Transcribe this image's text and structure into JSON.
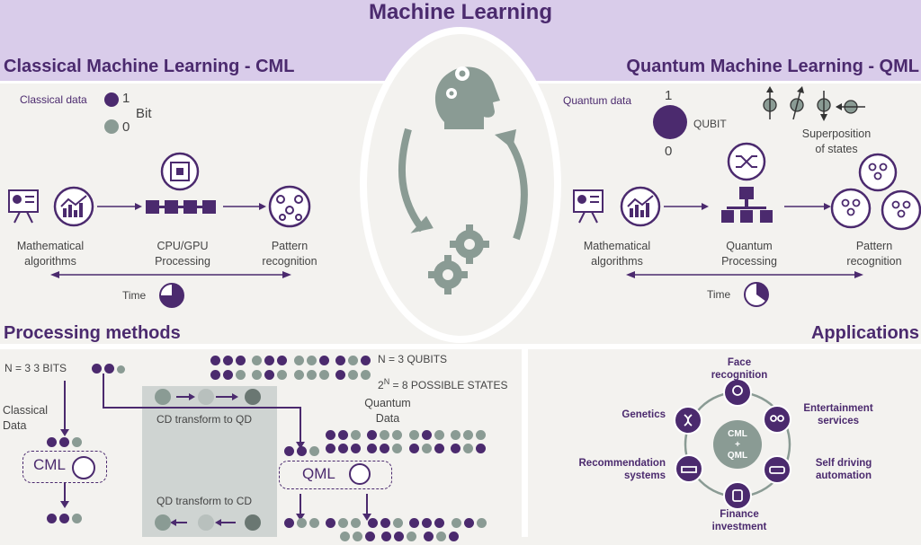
{
  "title": "Machine Learning",
  "cml": {
    "title": "Classical Machine Learning - CML",
    "data_label": "Classical data",
    "bit_one": "1",
    "bit_zero": "0",
    "bit_label": "Bit",
    "steps": [
      "Mathematical\nalgorithms",
      "CPU/GPU\nProcessing",
      "Pattern\nrecognition"
    ],
    "time_label": "Time",
    "time_fraction": 0.75
  },
  "qml": {
    "title": "Quantum Machine Learning - QML",
    "data_label": "Quantum data",
    "qubit_one": "1",
    "qubit_zero": "0",
    "qubit_label": "QUBIT",
    "superposition_label": "Superposition\nof states",
    "steps": [
      "Mathematical\nalgorithms",
      "Quantum\nProcessing",
      "Pattern\nrecognition"
    ],
    "time_label": "Time",
    "time_fraction": 0.35
  },
  "processing": {
    "title": "Processing methods",
    "n_bits": "N = 3  3 BITS",
    "classical_data": "Classical\nData",
    "cml_box": "CML",
    "cd_to_qd": "CD transform to QD",
    "qd_to_cd": "QD transform to CD",
    "n_qubits": "N = 3 QUBITS",
    "possible_states": "2^N =  8 POSSIBLE STATES",
    "quantum_data": "Quantum\nData",
    "qml_box": "QML"
  },
  "applications": {
    "title": "Applications",
    "hub": "CML\n+\nQML",
    "items": [
      "Face\nrecognition",
      "Entertainment\nservices",
      "Self driving\nautomation",
      "Finance\ninvestment",
      "Recommendation\nsystems",
      "Genetics"
    ]
  },
  "colors": {
    "purple": "#4b2a6e",
    "lavender": "#d9ccea",
    "gray": "#8a9b94",
    "background": "#f3f2ef"
  }
}
